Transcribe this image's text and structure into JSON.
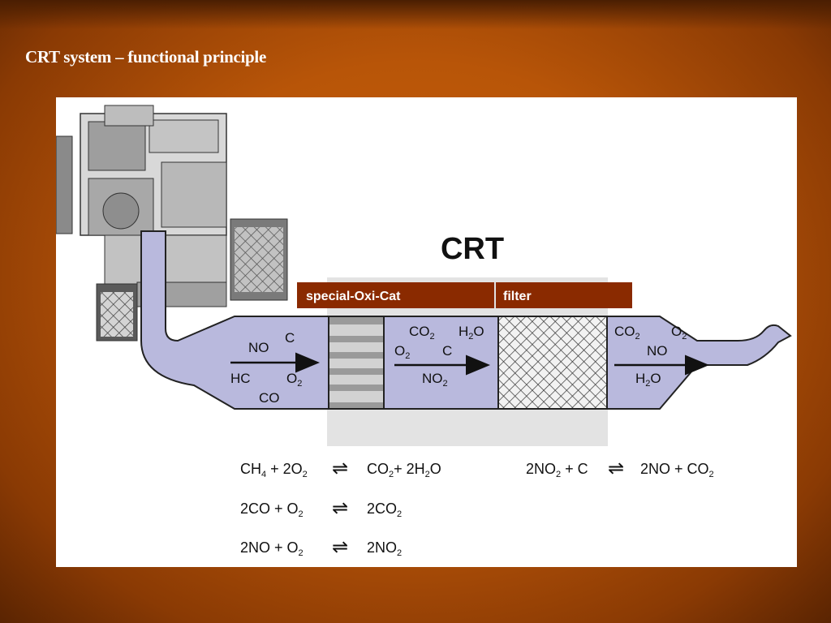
{
  "slide": {
    "title": "CRT system – functional principle"
  },
  "figure": {
    "brand": "CRT",
    "labels": {
      "oxicat": "special-Oxi-Cat",
      "filter": "filter"
    },
    "inlet": {
      "no": "NO",
      "c": "C",
      "hc": "HC",
      "o2": "O",
      "o2_sub": "2",
      "co": "CO"
    },
    "middle": {
      "co2": "CO",
      "co2_sub": "2",
      "h2o_a": "H",
      "h2o_sub": "2",
      "h2o_b": "O",
      "o2": "O",
      "o2_sub": "2",
      "c": "C",
      "no2": "NO",
      "no2_sub": "2"
    },
    "outlet": {
      "co2": "CO",
      "co2_sub": "2",
      "o2": "O",
      "o2_sub": "2",
      "no": "NO",
      "h2o_a": "H",
      "h2o_sub": "2",
      "h2o_b": "O"
    },
    "equations": {
      "eq1": {
        "l1": "CH",
        "l1_sub": "4",
        "l2": " + 2O",
        "l2_sub": "2",
        "r1": "CO",
        "r1_sub": "2",
        "r2": "+ 2H",
        "r2_sub": "2",
        "r3": "O"
      },
      "eq2": {
        "l1": "2CO + O",
        "l1_sub": "2",
        "r1": "2CO",
        "r1_sub": "2"
      },
      "eq3": {
        "l1": "2NO + O",
        "l1_sub": "2",
        "r1": "2NO",
        "r1_sub": "2"
      },
      "eq4": {
        "l1": "2NO",
        "l1_sub": "2",
        "l2": " + C",
        "r1": "2NO + CO",
        "r1_sub": "2"
      },
      "arrow": "⇌"
    },
    "colors": {
      "pipe": "#b9b9dd",
      "pipe_stroke": "#222222",
      "label_bar": "#8a2a00",
      "background": "#c05a0a"
    }
  }
}
